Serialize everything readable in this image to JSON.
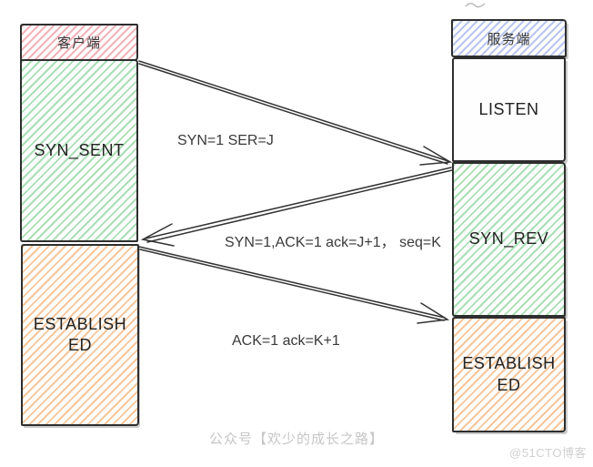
{
  "client": {
    "header": "客户端",
    "states": [
      {
        "label": "SYN_SENT"
      },
      {
        "label": "ESTABLISHED"
      }
    ]
  },
  "server": {
    "header": "服务端",
    "states": [
      {
        "label": "LISTEN"
      },
      {
        "label": "SYN_REV"
      },
      {
        "label": "ESTABLISHED"
      }
    ]
  },
  "messages": [
    {
      "label": "SYN=1 SER=J"
    },
    {
      "label": "SYN=1,ACK=1 ack=J+1， seq=K"
    },
    {
      "label": "ACK=1 ack=K+1"
    }
  ],
  "caption": "公众号【欢少的成长之路】",
  "watermark": "@51CTO博客",
  "colors": {
    "client_header_hatch": "#f2b4b9",
    "server_header_hatch": "#b9c6f0",
    "state_green_hatch": "#aadfb5",
    "state_orange_hatch": "#f5c69b",
    "border": "#2e2e2e",
    "arrow": "#333333",
    "caption_gray": "#c6c6c6"
  }
}
